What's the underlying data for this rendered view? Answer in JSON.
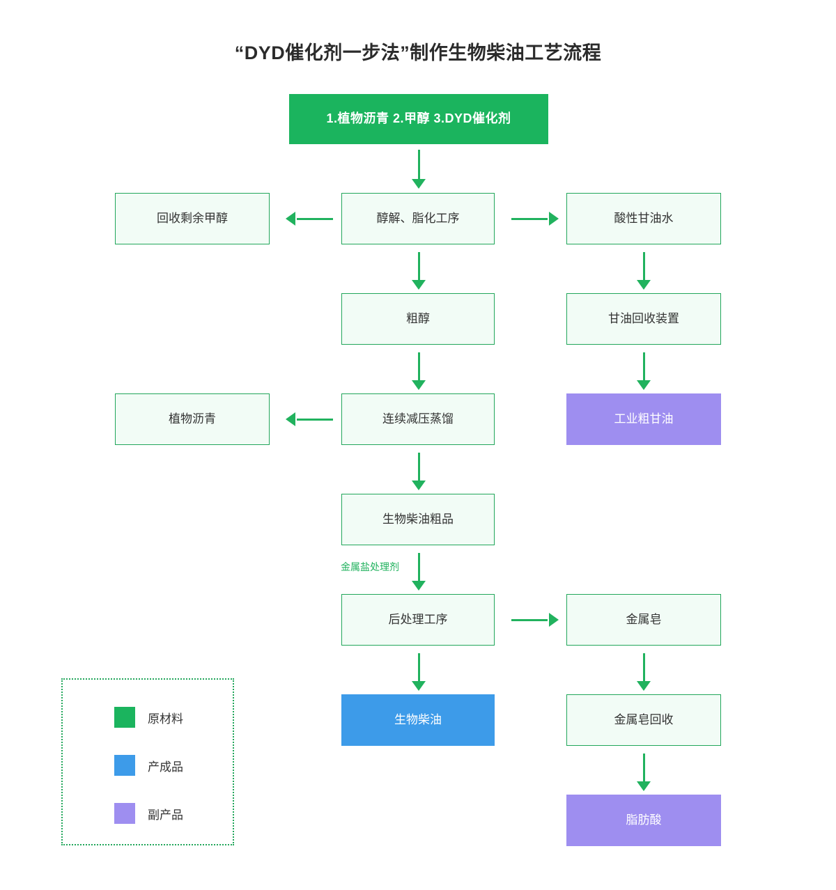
{
  "title": "“DYD催化剂一步法”制作生物柴油工艺流程",
  "colors": {
    "raw_material": "#1bb45e",
    "product": "#3d9be9",
    "byproduct": "#9e8ef0",
    "box_border": "#21a65a",
    "box_fill": "#f2fcf6",
    "arrow": "#21b25e"
  },
  "nodes": {
    "inputs": "1.植物沥青     2.甲醇     3.DYD催化剂",
    "recover_methanol": "回收剩余甲醇",
    "alcoholysis": "醇解、脂化工序",
    "acid_glycerol_water": "酸性甘油水",
    "crude_alcohol": "粗醇",
    "glycerol_recovery_unit": "甘油回收装置",
    "vegetable_asphalt": "植物沥青",
    "vacuum_distillation": "连续减压蒸馏",
    "industrial_crude_glycerol": "工业粗甘油",
    "crude_biodiesel": "生物柴油粗品",
    "post_treatment": "后处理工序",
    "metal_soap": "金属皂",
    "biodiesel": "生物柴油",
    "metal_soap_recovery": "金属皂回收",
    "fatty_acid": "脂肪酸"
  },
  "edge_labels": {
    "metal_salt_agent": "金属盐处理剂"
  },
  "legend": {
    "items": [
      {
        "label": "原材料",
        "color": "#1bb45e"
      },
      {
        "label": "产成品",
        "color": "#3d9be9"
      },
      {
        "label": "副产品",
        "color": "#9e8ef0"
      }
    ]
  }
}
